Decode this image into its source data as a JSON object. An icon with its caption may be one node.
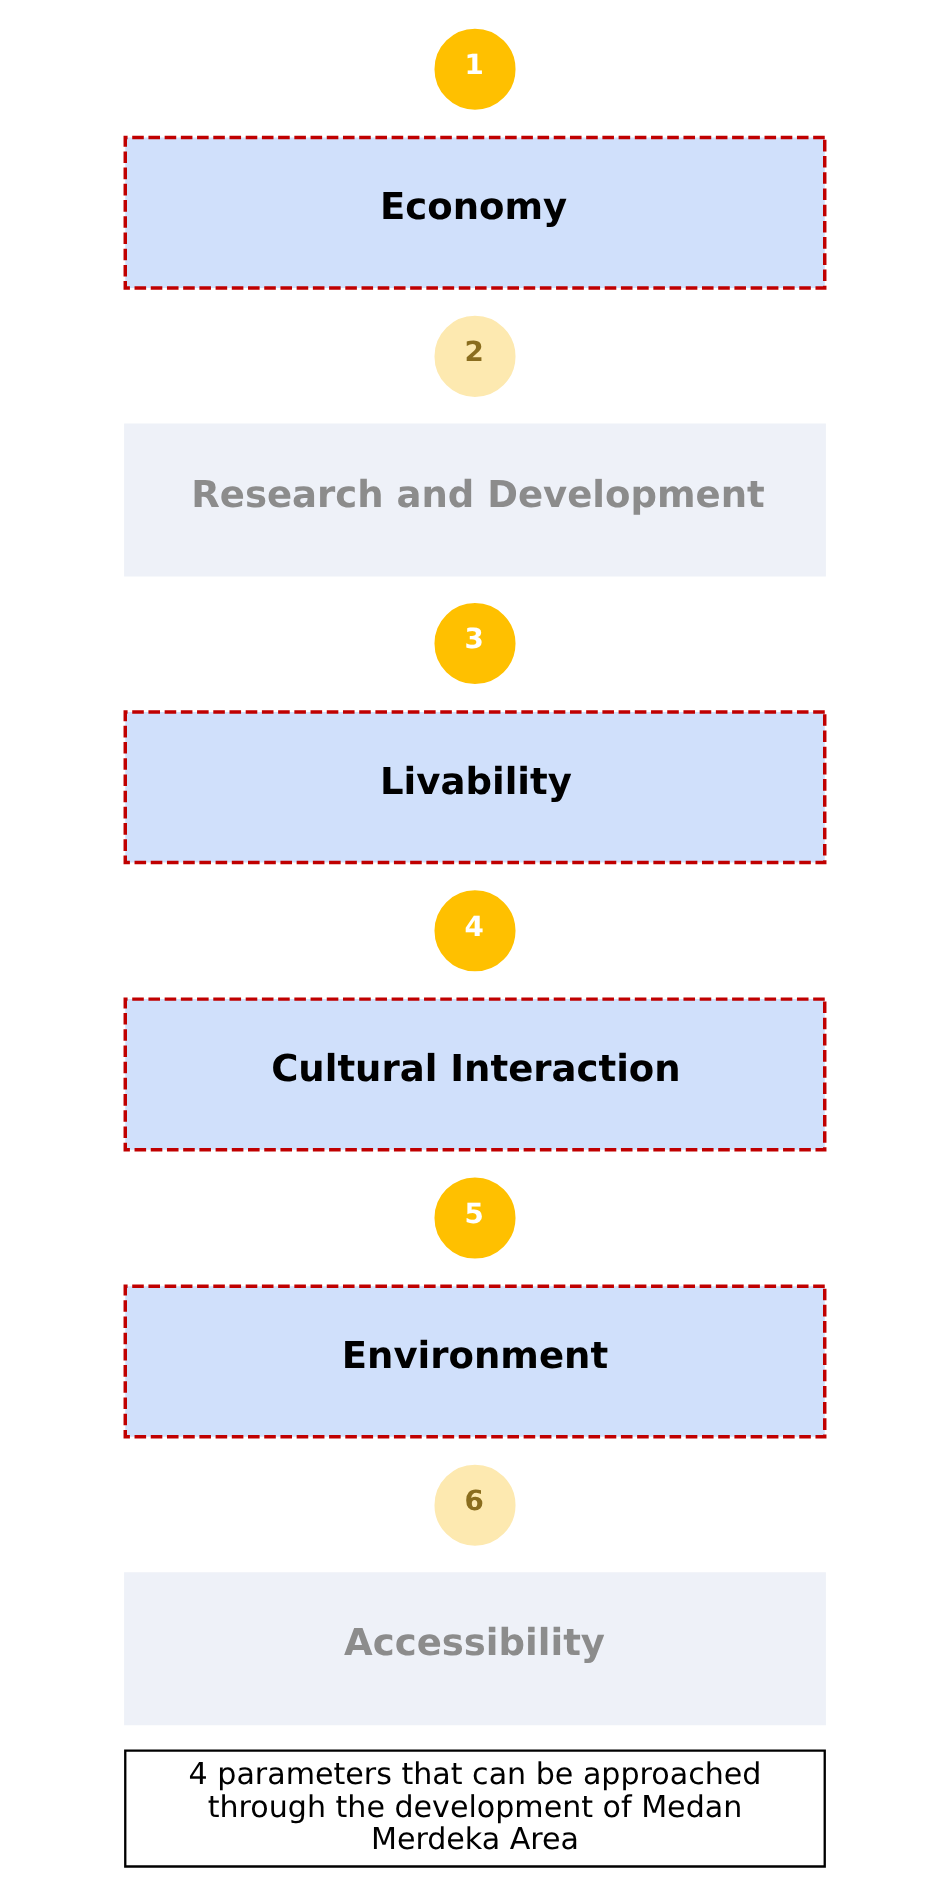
{
  "diagram": {
    "nodes": [
      {
        "text": [
          "1"
        ]
      },
      {
        "text": [
          "Economy"
        ]
      },
      {
        "text": [
          "2"
        ]
      },
      {
        "text": [
          "Research and Development"
        ]
      },
      {
        "text": [
          "3"
        ]
      },
      {
        "text": [
          "Livability"
        ]
      },
      {
        "text": [
          "4"
        ]
      },
      {
        "text": [
          "Cultural Interaction"
        ]
      },
      {
        "text": [
          "5"
        ]
      },
      {
        "text": [
          "Environment"
        ]
      },
      {
        "text": [
          "6"
        ]
      },
      {
        "text": [
          "Accessibility"
        ]
      },
      {
        "text": [
          "4 parameters that can be approached through the development of Medan Merdeka Area"
        ]
      }
    ],
    "edges": []
  }
}
